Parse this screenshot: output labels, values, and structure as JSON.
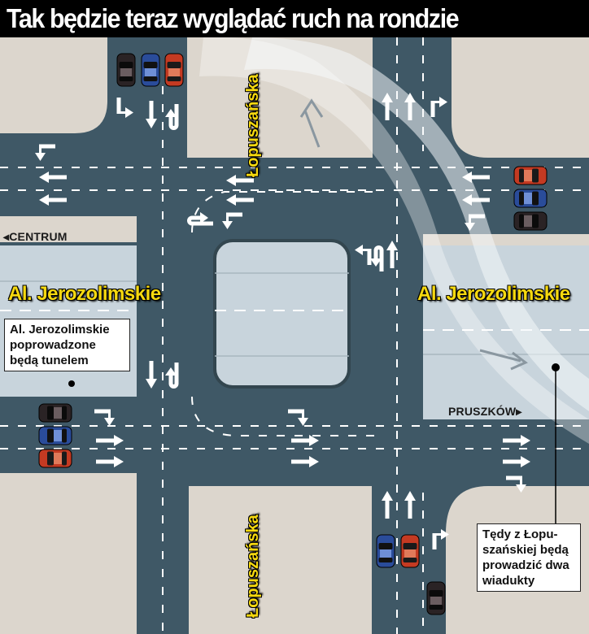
{
  "title": "Tak będzie teraz wyglądać ruch na rondzie",
  "streets": {
    "jerozolimskie_left": "Al. Jerozolimskie",
    "jerozolimskie_right": "Al. Jerozolimskie",
    "lopuszanska_top": "Łopuszańska",
    "lopuszanska_bottom": "Łopuszańska"
  },
  "directions": {
    "centrum": "CENTRUM",
    "pruszkow": "PRUSZKÓW",
    "centrum_arrow_icon": "triangle-left-icon",
    "pruszkow_arrow_icon": "triangle-right-icon"
  },
  "callouts": {
    "tunnel": {
      "lines": [
        "Al. Jerozolimskie",
        "poprowadzone",
        "będą tunelem"
      ]
    },
    "viaducts": {
      "lines": [
        "Tędy z Łopu-",
        "szańskiej będą",
        "prowadzić dwa",
        "wiadukty"
      ]
    }
  },
  "colors": {
    "road": "#3f5866",
    "block": "#dcd6cd",
    "tunnel": "#c8d4dc",
    "viaduct": "#e8eef2",
    "street_label": "#f6d90f",
    "car_red": "#c43a22",
    "car_blue": "#2a4c9a",
    "car_dark": "#2a2325"
  },
  "icons": [
    "arrow-straight-icon",
    "arrow-left-turn-icon",
    "arrow-right-turn-icon",
    "arrow-u-turn-icon",
    "car-icon"
  ]
}
